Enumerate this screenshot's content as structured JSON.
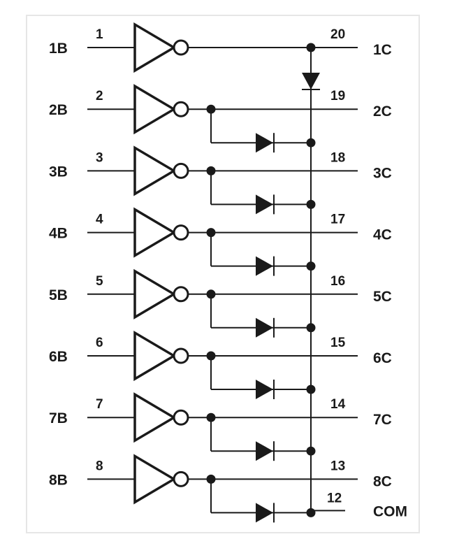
{
  "channels": [
    {
      "input_label": "1B",
      "input_pin": "1",
      "output_pin": "20",
      "output_label": "1C"
    },
    {
      "input_label": "2B",
      "input_pin": "2",
      "output_pin": "19",
      "output_label": "2C"
    },
    {
      "input_label": "3B",
      "input_pin": "3",
      "output_pin": "18",
      "output_label": "3C"
    },
    {
      "input_label": "4B",
      "input_pin": "4",
      "output_pin": "17",
      "output_label": "4C"
    },
    {
      "input_label": "5B",
      "input_pin": "5",
      "output_pin": "16",
      "output_label": "5C"
    },
    {
      "input_label": "6B",
      "input_pin": "6",
      "output_pin": "15",
      "output_label": "6C"
    },
    {
      "input_label": "7B",
      "input_pin": "7",
      "output_pin": "14",
      "output_label": "7C"
    },
    {
      "input_label": "8B",
      "input_pin": "8",
      "output_pin": "13",
      "output_label": "8C"
    }
  ],
  "common": {
    "pin": "12",
    "label": "COM"
  },
  "colors": {
    "wire": "#1a1a1a",
    "background": "#ffffff",
    "frame": "#e6e6e6"
  }
}
